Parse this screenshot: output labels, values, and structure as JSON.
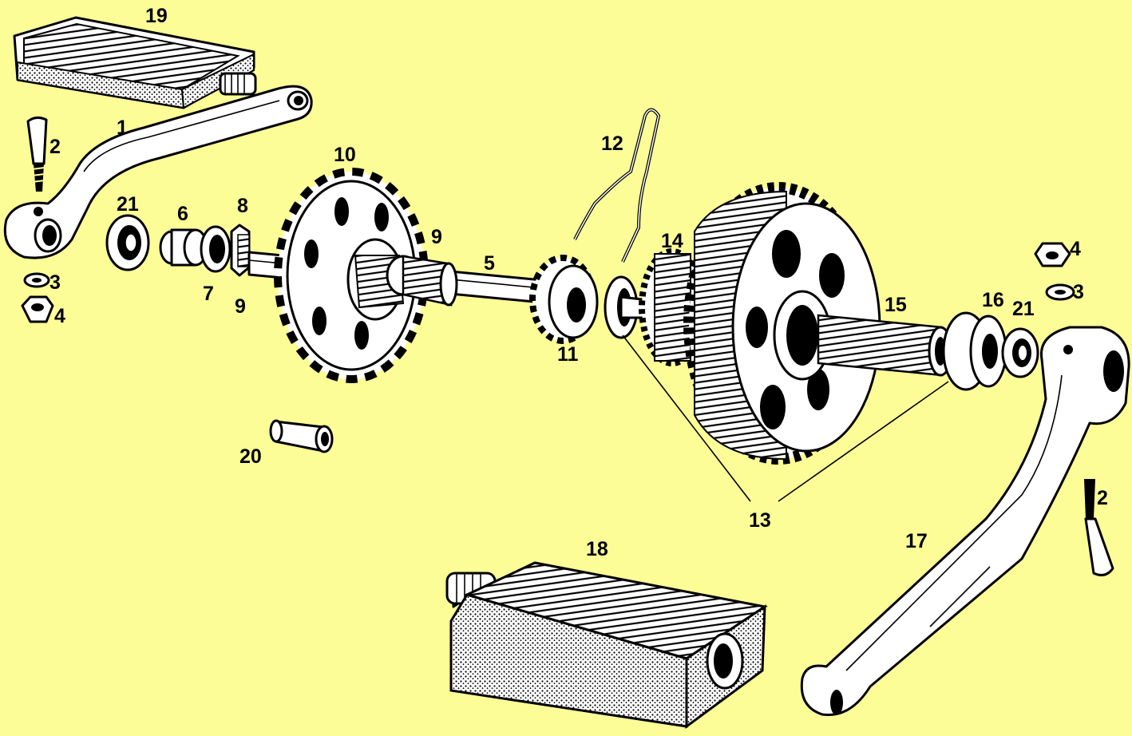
{
  "background_color": "#fdfd98",
  "ink_color": "#000000",
  "labels": {
    "l1": "1",
    "l2a": "2",
    "l2b": "2",
    "l3a": "3",
    "l3b": "3",
    "l4a": "4",
    "l4b": "4",
    "l5": "5",
    "l6": "6",
    "l7": "7",
    "l8": "8",
    "l9a": "9",
    "l9b": "9",
    "l10": "10",
    "l11": "11",
    "l12": "12",
    "l13": "13",
    "l14": "14",
    "l15": "15",
    "l16": "16",
    "l17": "17",
    "l18": "18",
    "l19": "19",
    "l20": "20",
    "l21a": "21",
    "l21b": "21"
  }
}
